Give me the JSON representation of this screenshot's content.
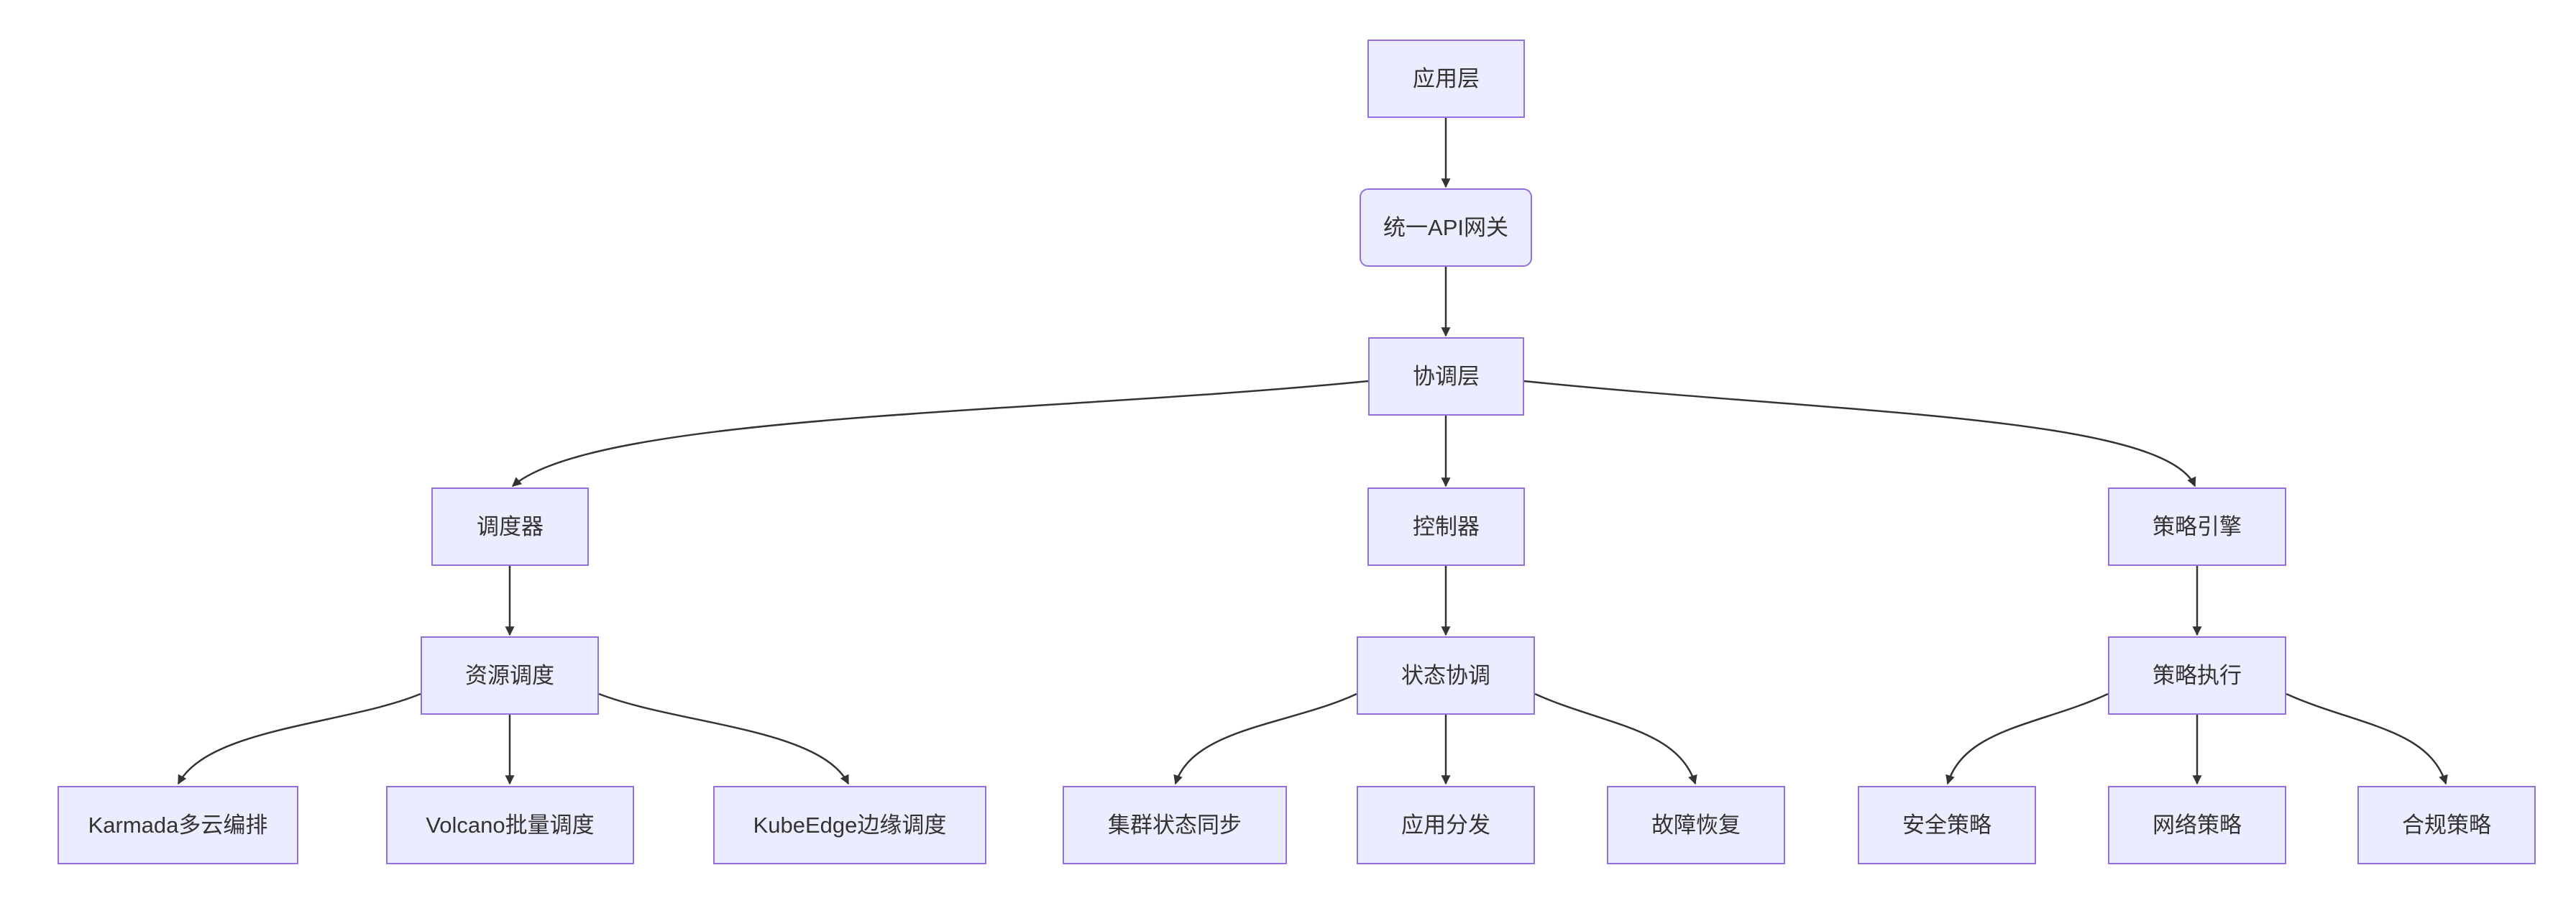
{
  "diagram": {
    "kind": "flowchart",
    "direction": "top-down"
  },
  "colors": {
    "node_fill": "#ECECFF",
    "node_border": "#9370DB",
    "edge_color": "#333333",
    "text_color": "#333333",
    "background": "#FFFFFF"
  },
  "nodes": {
    "app_layer": "应用层",
    "api_gateway": "统一API网关",
    "coordination_layer": "协调层",
    "scheduler": "调度器",
    "controller": "控制器",
    "policy_engine": "策略引擎",
    "resource_scheduling": "资源调度",
    "state_coordination": "状态协调",
    "policy_execution": "策略执行",
    "karmada": "Karmada多云编排",
    "volcano": "Volcano批量调度",
    "kubeedge": "KubeEdge边缘调度",
    "cluster_state_sync": "集群状态同步",
    "app_distribution": "应用分发",
    "fault_recovery": "故障恢复",
    "security_policy": "安全策略",
    "network_policy": "网络策略",
    "compliance_policy": "合规策略"
  },
  "edges": [
    {
      "from": "应用层",
      "to": "统一API网关"
    },
    {
      "from": "统一API网关",
      "to": "协调层"
    },
    {
      "from": "协调层",
      "to": "调度器"
    },
    {
      "from": "协调层",
      "to": "控制器"
    },
    {
      "from": "协调层",
      "to": "策略引擎"
    },
    {
      "from": "调度器",
      "to": "资源调度"
    },
    {
      "from": "控制器",
      "to": "状态协调"
    },
    {
      "from": "策略引擎",
      "to": "策略执行"
    },
    {
      "from": "资源调度",
      "to": "Karmada多云编排"
    },
    {
      "from": "资源调度",
      "to": "Volcano批量调度"
    },
    {
      "from": "资源调度",
      "to": "KubeEdge边缘调度"
    },
    {
      "from": "状态协调",
      "to": "集群状态同步"
    },
    {
      "from": "状态协调",
      "to": "应用分发"
    },
    {
      "from": "状态协调",
      "to": "故障恢复"
    },
    {
      "from": "策略执行",
      "to": "安全策略"
    },
    {
      "from": "策略执行",
      "to": "网络策略"
    },
    {
      "from": "策略执行",
      "to": "合规策略"
    }
  ]
}
